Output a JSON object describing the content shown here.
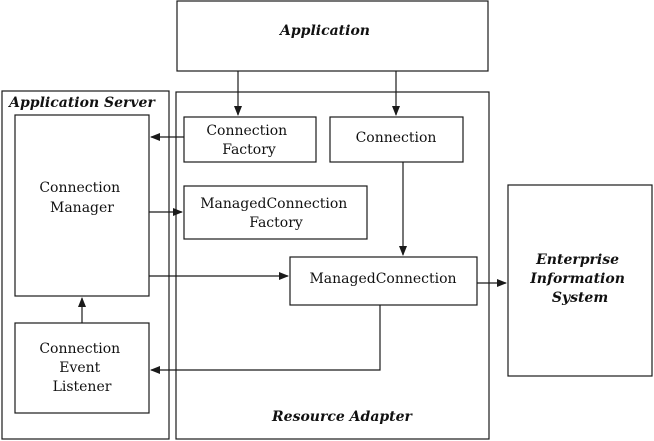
{
  "labels": {
    "application": "Application",
    "application_server": "Application Server",
    "resource_adapter": "Resource Adapter",
    "connection_factory": [
      "Connection",
      "Factory"
    ],
    "connection": "Connection",
    "connection_manager": [
      "Connection",
      "Manager"
    ],
    "managed_connection_factory": [
      "ManagedConnection",
      "Factory"
    ],
    "managed_connection": "ManagedConnection",
    "connection_event_listener": [
      "Connection",
      "Event",
      "Listener"
    ],
    "eis": [
      "Enterprise",
      "Information",
      "System"
    ]
  }
}
